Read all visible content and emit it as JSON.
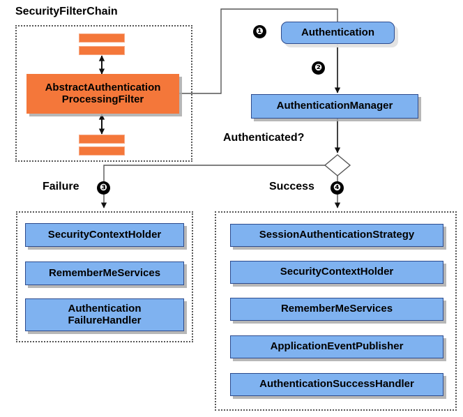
{
  "diagram": {
    "title_security_filter_chain": "SecurityFilterChain",
    "labels": {
      "authenticated": "Authenticated?",
      "failure": "Failure",
      "success": "Success"
    },
    "markers": {
      "one": "❶",
      "two": "❷",
      "three": "❸",
      "four": "❹"
    },
    "colors": {
      "blue_fill": "#7FB2F0",
      "blue_border": "#2C4A8C",
      "orange_fill": "#F4773A",
      "orange_border": "#F7A985",
      "shadow": "#AAAAAA",
      "dotted_border": "#555555",
      "line": "#444444",
      "text": "#000000",
      "background": "#FFFFFF"
    },
    "filter_chain": {
      "filter_node": "AbstractAuthentication\nProcessingFilter",
      "filter_node_line1": "AbstractAuthentication",
      "filter_node_line2": "ProcessingFilter"
    },
    "flow": {
      "authentication": "Authentication",
      "authentication_manager": "AuthenticationManager"
    },
    "failure_branch": {
      "items": [
        {
          "label": "SecurityContextHolder"
        },
        {
          "label": "RememberMeServices"
        },
        {
          "label": "Authentication\nFailureHandler",
          "line1": "Authentication",
          "line2": "FailureHandler"
        }
      ]
    },
    "success_branch": {
      "items": [
        {
          "label": "SessionAuthenticationStrategy"
        },
        {
          "label": "SecurityContextHolder"
        },
        {
          "label": "RememberMeServices"
        },
        {
          "label": "ApplicationEventPublisher"
        },
        {
          "label": "AuthenticationSuccessHandler"
        }
      ]
    }
  }
}
